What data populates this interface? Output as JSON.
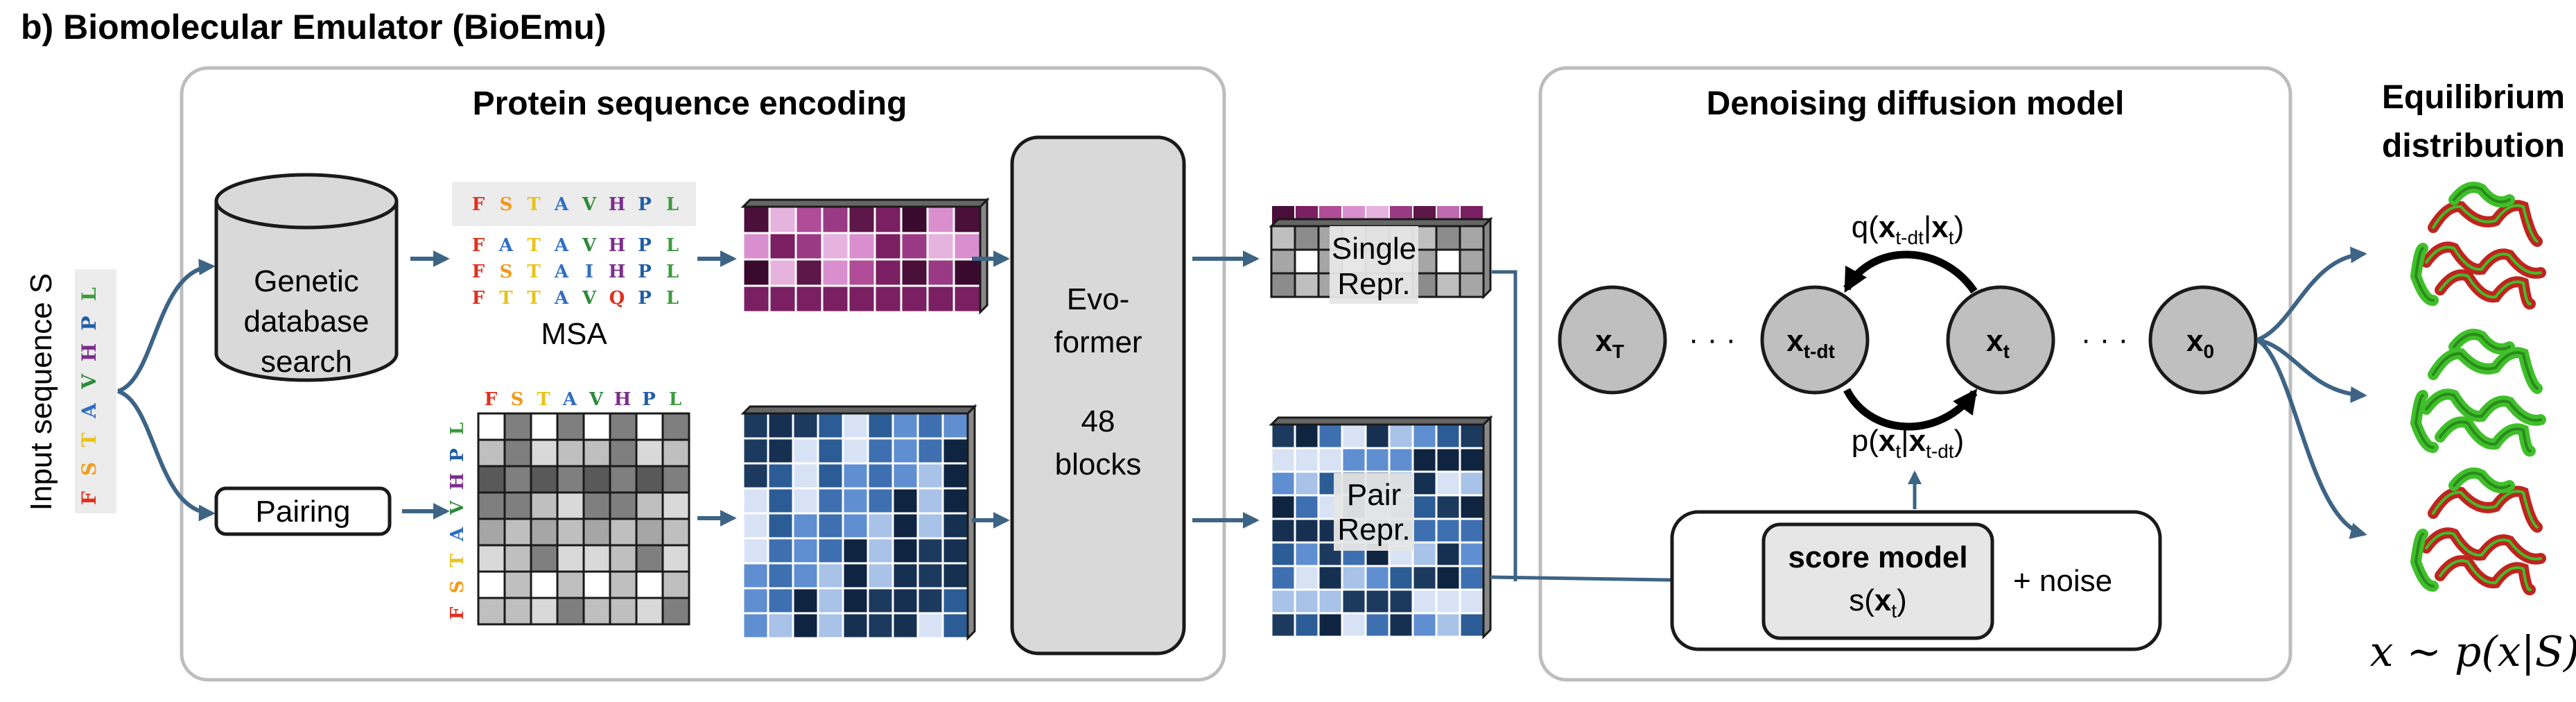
{
  "title": "b)  Biomolecular Emulator (BioEmu)",
  "input_label": "Input sequence S",
  "sequence": [
    "F",
    "S",
    "T",
    "A",
    "V",
    "H",
    "P",
    "L"
  ],
  "residue_colors": {
    "F": "#e0301e",
    "S": "#f29a1a",
    "T": "#e8c21a",
    "A": "#2f6fc2",
    "V": "#2d8a3a",
    "H": "#7b2d8e",
    "P": "#1f5da8",
    "L": "#3e9b3e",
    "I": "#2f6fc2",
    "Q": "#e0301e"
  },
  "encoding": {
    "panel_title": "Protein sequence encoding",
    "genetic_db": [
      "Genetic",
      "database",
      "search"
    ],
    "msa_label": "MSA",
    "msa_rows": [
      [
        "F",
        "S",
        "T",
        "A",
        "V",
        "H",
        "P",
        "L"
      ],
      [
        "F",
        "A",
        "T",
        "A",
        "V",
        "H",
        "P",
        "L"
      ],
      [
        "F",
        "S",
        "T",
        "A",
        "I",
        "H",
        "P",
        "L"
      ],
      [
        "F",
        "T",
        "T",
        "A",
        "V",
        "Q",
        "P",
        "L"
      ]
    ],
    "pairing_label": "Pairing",
    "evoformer": [
      "Evo-",
      "former",
      "",
      "48",
      "blocks"
    ],
    "single_repr": [
      "Single",
      "Repr."
    ],
    "pair_repr": [
      "Pair",
      "Repr."
    ]
  },
  "diffusion": {
    "panel_title": "Denoising diffusion model",
    "dots": "· · ·",
    "nodes": {
      "xT": {
        "base": "x",
        "sub": "T"
      },
      "xtdt": {
        "base": "x",
        "sub": "t-dt"
      },
      "xt": {
        "base": "x",
        "sub": "t"
      },
      "x0": {
        "base": "x",
        "sub": "0"
      }
    },
    "forward": {
      "prefix": "q(",
      "a": "x",
      "a_sub": "t-dt",
      "mid": "|",
      "b": "x",
      "b_sub": "t",
      "suffix": ")"
    },
    "reverse": {
      "prefix": "p(",
      "a": "x",
      "a_sub": "t",
      "mid": "|",
      "b": "x",
      "b_sub": "t-dt",
      "suffix": ")"
    },
    "score_model": "score model",
    "score_fn": {
      "prefix": "s(",
      "x": "x",
      "sub": "t",
      "suffix": ")"
    },
    "noise": "+  noise"
  },
  "output": {
    "title": [
      "Equilibrium",
      "distribution"
    ],
    "formula": "x ∼ p(x|S)"
  },
  "colors": {
    "arrow": "#3d6485",
    "panel_border": "#bdbdbd",
    "box_fill": "#d9d9d9",
    "purple_dark": "#4a0f3a",
    "blue_dark": "#1c3a5e",
    "protein_green": "#3fbf2a",
    "protein_red": "#c0241f"
  }
}
